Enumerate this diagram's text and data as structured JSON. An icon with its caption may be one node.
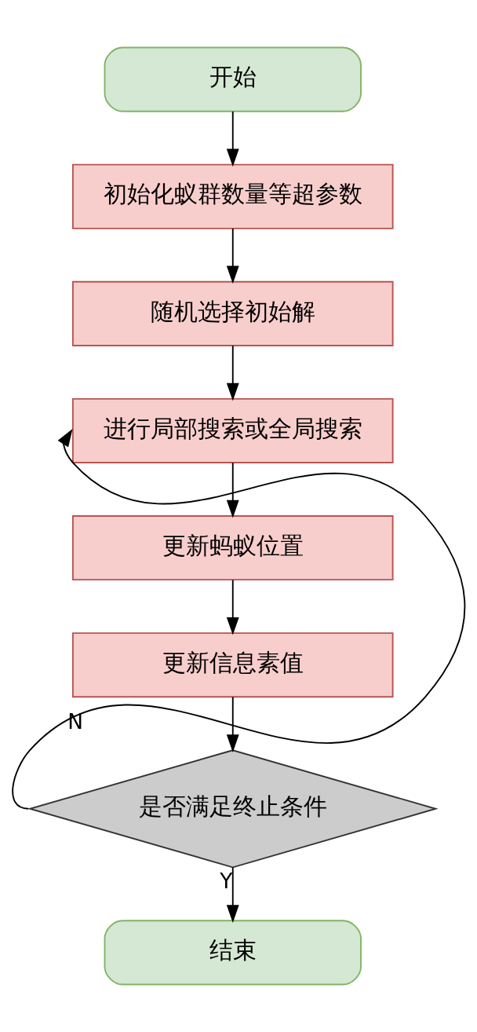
{
  "diagram": {
    "nodes": [
      {
        "text": [
          "开始"
        ]
      },
      {
        "text": [
          "初始化蚁群数量等超参数"
        ]
      },
      {
        "text": [
          "随机选择初始解"
        ]
      },
      {
        "text": [
          "进行局部搜索或全局搜索"
        ]
      },
      {
        "text": [
          "更新蚂蚁位置"
        ]
      },
      {
        "text": [
          "更新信息素值"
        ]
      },
      {
        "text": [
          "是否满足终止条件"
        ]
      },
      {
        "text": [
          "结束"
        ]
      }
    ],
    "edges": [
      {
        "from": 0,
        "to": 1,
        "arrow": "to"
      },
      {
        "from": 1,
        "to": 2,
        "arrow": "to"
      },
      {
        "from": 2,
        "to": 3,
        "arrow": "to"
      },
      {
        "from": 3,
        "to": 4,
        "arrow": "to"
      },
      {
        "from": 4,
        "to": 5,
        "arrow": "to"
      },
      {
        "from": 5,
        "to": 6,
        "arrow": "to"
      },
      {
        "from": 6,
        "to": 3,
        "arrow": "to",
        "label": "N"
      },
      {
        "from": 6,
        "to": 7,
        "arrow": "to",
        "label": "Y"
      }
    ]
  }
}
